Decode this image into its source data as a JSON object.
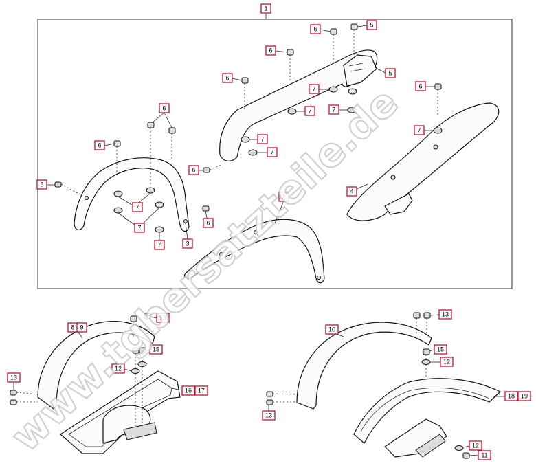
{
  "watermark": "www.tgbersatzteile.de",
  "callouts": [
    {
      "id": "c1",
      "label": "1"
    },
    {
      "id": "c2",
      "label": "2"
    },
    {
      "id": "c3",
      "label": "3"
    },
    {
      "id": "c4",
      "label": "4"
    },
    {
      "id": "c5a",
      "label": "5"
    },
    {
      "id": "c5b",
      "label": "5"
    },
    {
      "id": "c6a",
      "label": "6"
    },
    {
      "id": "c6b",
      "label": "6"
    },
    {
      "id": "c6c",
      "label": "6"
    },
    {
      "id": "c6d",
      "label": "6"
    },
    {
      "id": "c6e",
      "label": "6"
    },
    {
      "id": "c6f",
      "label": "6"
    },
    {
      "id": "c6g",
      "label": "6"
    },
    {
      "id": "c6h",
      "label": "6"
    },
    {
      "id": "c6i",
      "label": "6"
    },
    {
      "id": "c7a",
      "label": "7"
    },
    {
      "id": "c7b",
      "label": "7"
    },
    {
      "id": "c7c",
      "label": "7"
    },
    {
      "id": "c7d",
      "label": "7"
    },
    {
      "id": "c7e",
      "label": "7"
    },
    {
      "id": "c7f",
      "label": "7"
    },
    {
      "id": "c7g",
      "label": "7"
    },
    {
      "id": "c7h",
      "label": "7"
    },
    {
      "id": "c7i",
      "label": "7"
    },
    {
      "id": "c8",
      "label": "8"
    },
    {
      "id": "c9",
      "label": "9"
    },
    {
      "id": "c10",
      "label": "10"
    },
    {
      "id": "c11",
      "label": "11"
    },
    {
      "id": "c12a",
      "label": "12"
    },
    {
      "id": "c12b",
      "label": "12"
    },
    {
      "id": "c12c",
      "label": "12"
    },
    {
      "id": "c13a",
      "label": "13"
    },
    {
      "id": "c13b",
      "label": "13"
    },
    {
      "id": "c13c",
      "label": "13"
    },
    {
      "id": "c13d",
      "label": "13"
    },
    {
      "id": "c15a",
      "label": "15"
    },
    {
      "id": "c15b",
      "label": "15"
    },
    {
      "id": "c16",
      "label": "16"
    },
    {
      "id": "c17",
      "label": "17"
    },
    {
      "id": "c18",
      "label": "18"
    },
    {
      "id": "c19",
      "label": "19"
    }
  ]
}
